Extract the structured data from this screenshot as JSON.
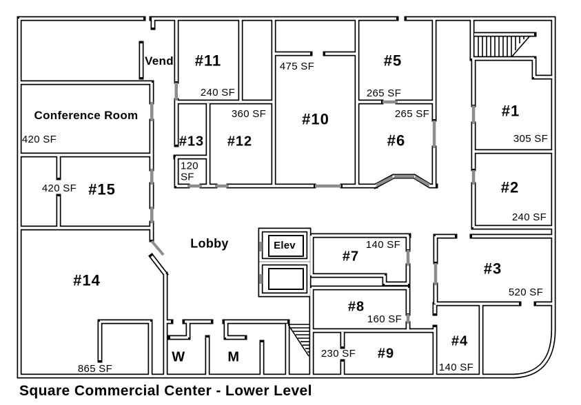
{
  "title": "Square Commercial Center - Lower Level",
  "colors": {
    "wall": "#000000",
    "door": "#8d8d8d",
    "background": "#ffffff"
  },
  "areas": {
    "vend": {
      "label": "Vend"
    },
    "conference_room": {
      "label": "Conference Room",
      "sf": "420 SF"
    },
    "lobby": {
      "label": "Lobby"
    },
    "elevator": {
      "label": "Elev"
    },
    "restroom_women": {
      "label": "W"
    },
    "restroom_men": {
      "label": "M"
    },
    "suite1": {
      "label": "#1",
      "sf": "305 SF"
    },
    "suite2": {
      "label": "#2",
      "sf": "240 SF"
    },
    "suite3": {
      "label": "#3",
      "sf": "520 SF"
    },
    "suite4": {
      "label": "#4",
      "sf": "140 SF"
    },
    "suite5": {
      "label": "#5",
      "sf": "265 SF"
    },
    "suite6": {
      "label": "#6",
      "sf": "265 SF"
    },
    "suite7": {
      "label": "#7",
      "sf": "140 SF"
    },
    "suite8": {
      "label": "#8",
      "sf": "160 SF"
    },
    "suite9": {
      "label": "#9",
      "sf": "230 SF"
    },
    "suite10": {
      "label": "#10",
      "sf": "475 SF"
    },
    "suite11": {
      "label": "#11",
      "sf": "240 SF"
    },
    "suite12": {
      "label": "#12",
      "sf": "360 SF"
    },
    "suite13": {
      "label": "#13",
      "sf_line1": "120",
      "sf_line2": "SF"
    },
    "suite14": {
      "label": "#14",
      "sf": "865 SF"
    },
    "suite15": {
      "label": "#15",
      "sf": "420 SF"
    }
  }
}
